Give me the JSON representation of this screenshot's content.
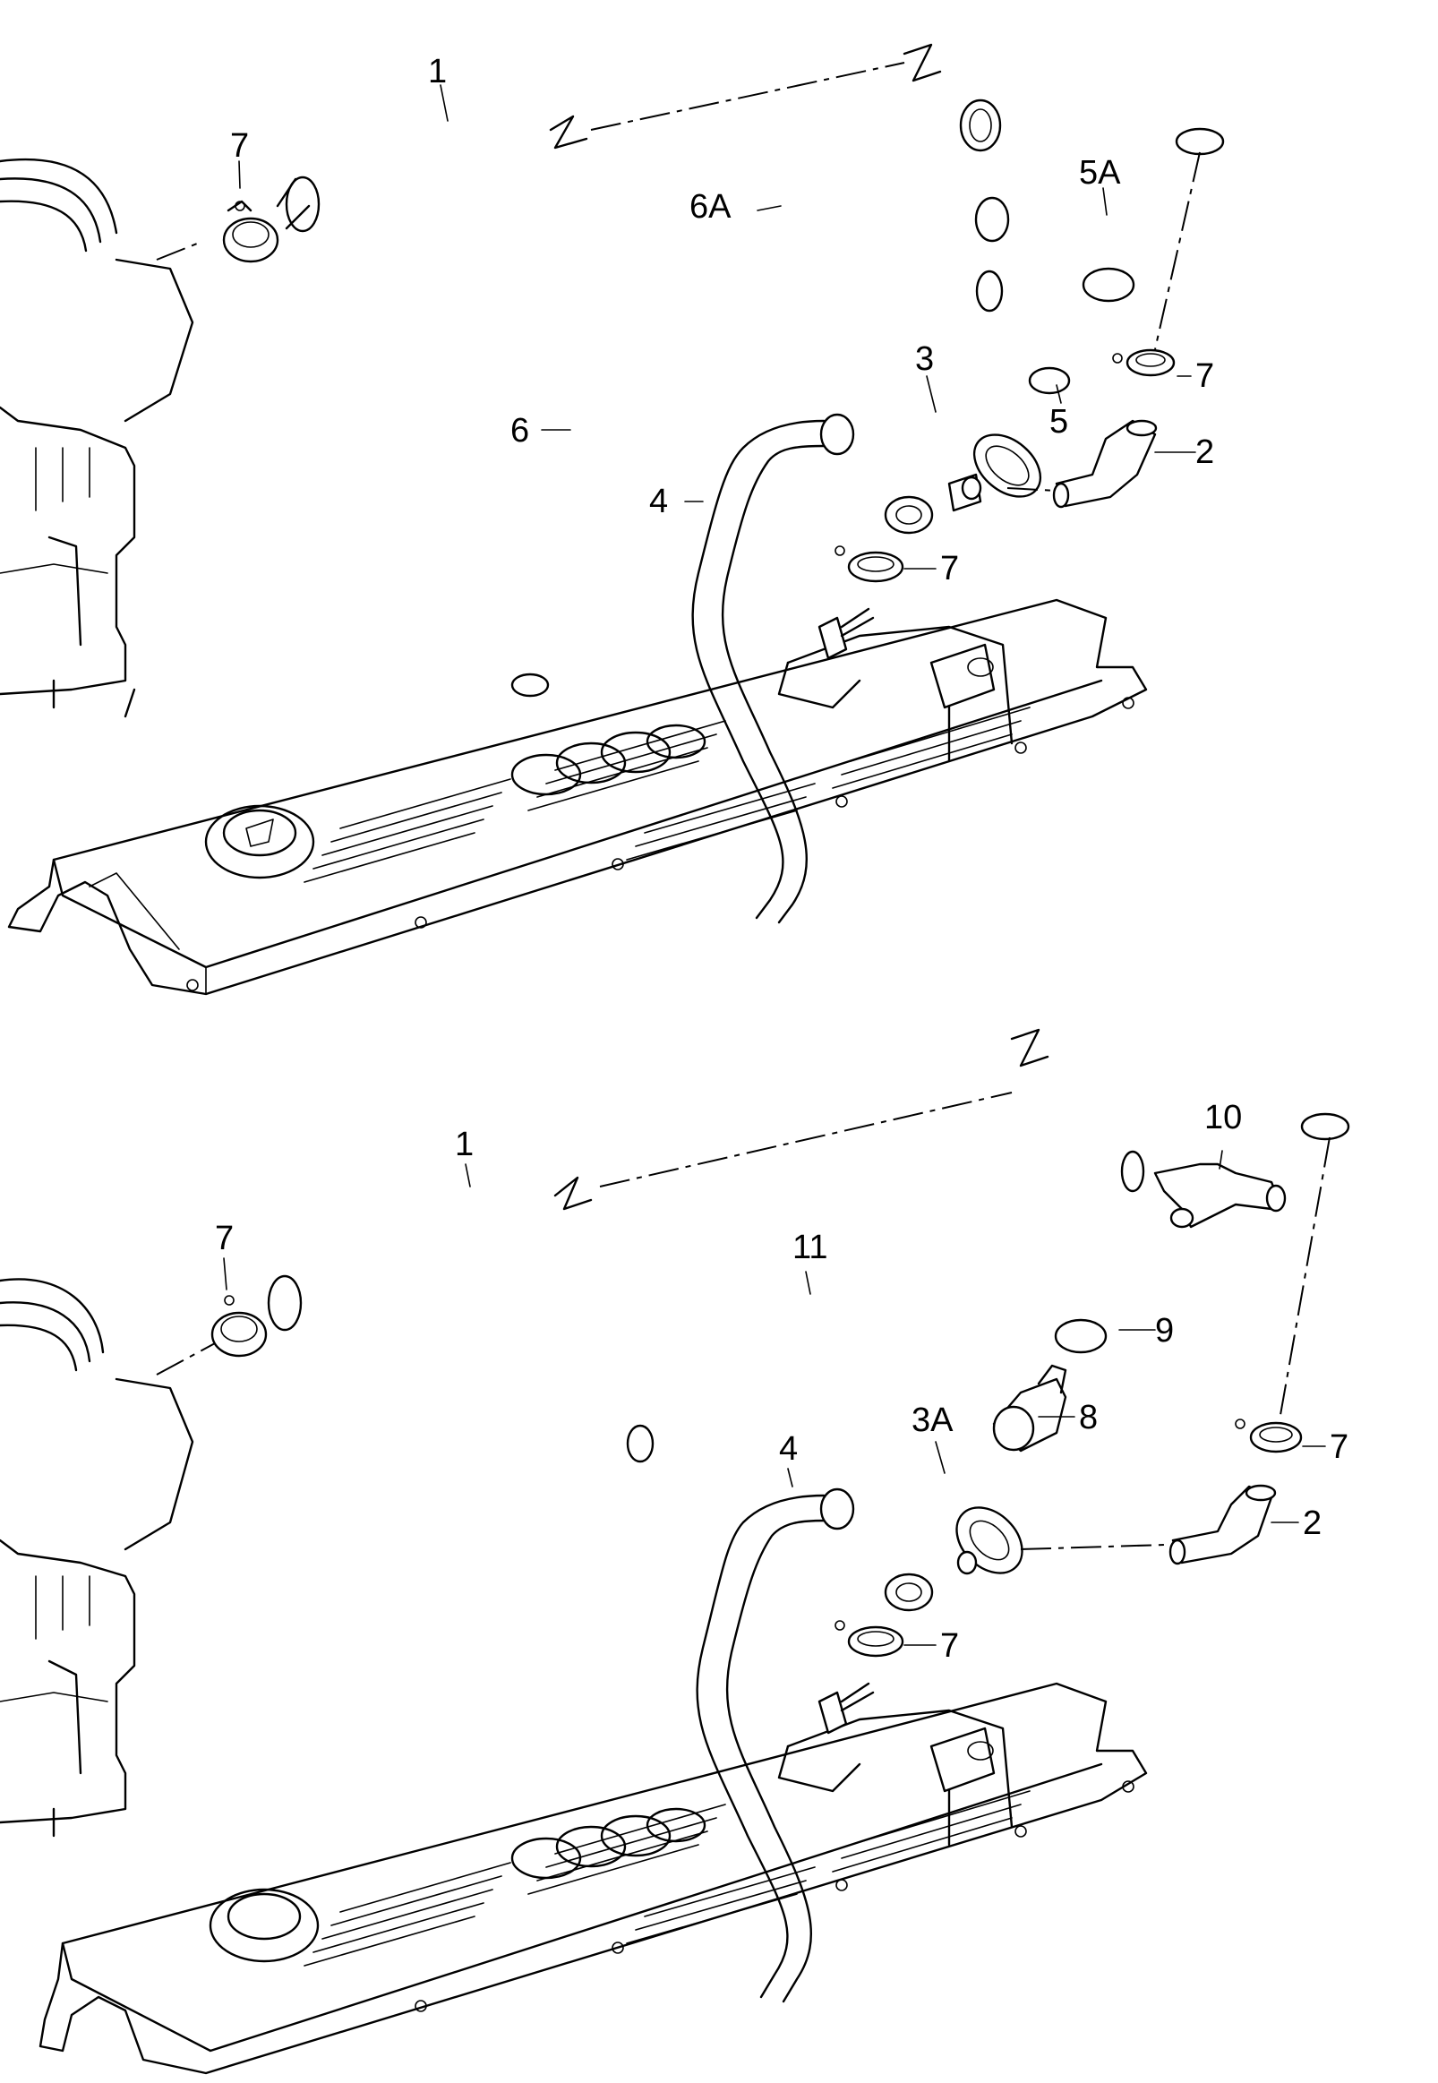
{
  "diagram": {
    "top_panel": {
      "callouts": [
        {
          "id": "1",
          "text": "1"
        },
        {
          "id": "7a",
          "text": "7"
        },
        {
          "id": "6A",
          "text": "6A"
        },
        {
          "id": "5A",
          "text": "5A"
        },
        {
          "id": "3",
          "text": "3"
        },
        {
          "id": "6",
          "text": "6"
        },
        {
          "id": "5",
          "text": "5"
        },
        {
          "id": "7b",
          "text": "7"
        },
        {
          "id": "2",
          "text": "2"
        },
        {
          "id": "4",
          "text": "4"
        },
        {
          "id": "7c",
          "text": "7"
        }
      ]
    },
    "bottom_panel": {
      "callouts": [
        {
          "id": "1",
          "text": "1"
        },
        {
          "id": "10",
          "text": "10"
        },
        {
          "id": "7a",
          "text": "7"
        },
        {
          "id": "11",
          "text": "11"
        },
        {
          "id": "9",
          "text": "9"
        },
        {
          "id": "3A",
          "text": "3A"
        },
        {
          "id": "8",
          "text": "8"
        },
        {
          "id": "4",
          "text": "4"
        },
        {
          "id": "7b",
          "text": "7"
        },
        {
          "id": "2",
          "text": "2"
        },
        {
          "id": "7c",
          "text": "7"
        }
      ]
    }
  }
}
